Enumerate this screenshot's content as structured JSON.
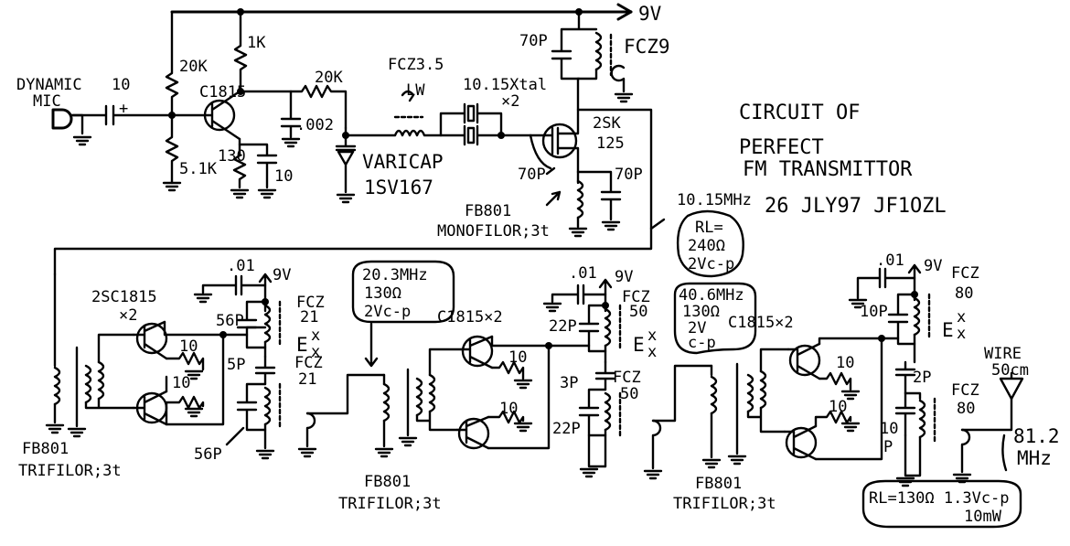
{
  "title": {
    "line1": "CIRCUIT OF",
    "line2": "PERFECT",
    "line3": "FM TRANSMITTOR",
    "date": "26 JLY97 JF1OZL",
    "freq": "10.15MHz"
  },
  "supply": {
    "v9": "9V"
  },
  "stage1": {
    "mic1": "DYNAMIC",
    "mic2": "MIC",
    "c_in": "10",
    "r_bias": "20K",
    "r_bias2": "5.1K",
    "r_coll": "1K",
    "r_emit": "130",
    "c_emit": "10",
    "q1": "C1815",
    "r_series": "20K",
    "c_002": ".002",
    "varicap1": "VARICAP",
    "varicap2": "1SV167",
    "coil": "FCZ3.5",
    "coil_lead": "LW",
    "xtal1": "10.15Xtal",
    "xtal2": "×2",
    "c_tank": "70P",
    "fcz9": "FCZ9",
    "fet1": "2SK",
    "fet2": "125",
    "c70a": "70P",
    "c70b": "70P",
    "fb1": "FB801",
    "fb2": "MONOFILOR;3t"
  },
  "notes": {
    "rl1_1": "RL=",
    "rl1_2": "240Ω",
    "rl1_3": "2Vc-p",
    "n2_1": "20.3MHz",
    "n2_2": "130Ω",
    "n2_3": "2Vc-p",
    "n3_1": "40.6MHz",
    "n3_2": "130Ω",
    "n3_3": "2V",
    "n3_4": "c-p",
    "n4": "RL=130Ω 1.3Vc-p",
    "n4b": "10mW"
  },
  "stage2": {
    "q": "2SC1815",
    "qx": "×2",
    "c01": ".01",
    "v9": "9V",
    "c56a": "56P",
    "c5": "5P",
    "c56b": "56P",
    "fcz_a1": "FCZ",
    "fcz_a2": "21",
    "fcz_b1": "FCZ",
    "fcz_b2": "21",
    "ex1": "E",
    "ex2": "x",
    "ex3": "x",
    "r10a": "10",
    "r10b": "10",
    "fb1": "FB801",
    "fb2": "TRIFILOR;3t"
  },
  "stage3": {
    "q": "C1815×2",
    "c01": ".01",
    "v9": "9V",
    "c22a": "22P",
    "c3": "3P",
    "c22b": "22P",
    "fcz_a1": "FCZ",
    "fcz_a2": "50",
    "fcz_b1": "FCZ",
    "fcz_b2": "50",
    "ex1": "E",
    "ex2": "x",
    "ex3": "x",
    "r10a": "10",
    "r10b": "10",
    "fb1": "FB801",
    "fb2": "TRIFILOR;3t"
  },
  "stage4": {
    "q": "C1815×2",
    "c01": ".01",
    "v9": "9V",
    "c10a": "10P",
    "c2": "2P",
    "c10b1": "10",
    "c10b2": "P",
    "fcz_a1": "FCZ",
    "fcz_a2": "80",
    "fcz_b1": "FCZ",
    "fcz_b2": "80",
    "ex1": "E",
    "ex2": "x",
    "ex3": "x",
    "r10a": "10",
    "r10b": "10",
    "fb1": "FB801",
    "fb2": "TRIFILOR;3t",
    "wire1": "WIRE",
    "wire2": "50cm",
    "out1": "81.2",
    "out2": "MHz"
  }
}
